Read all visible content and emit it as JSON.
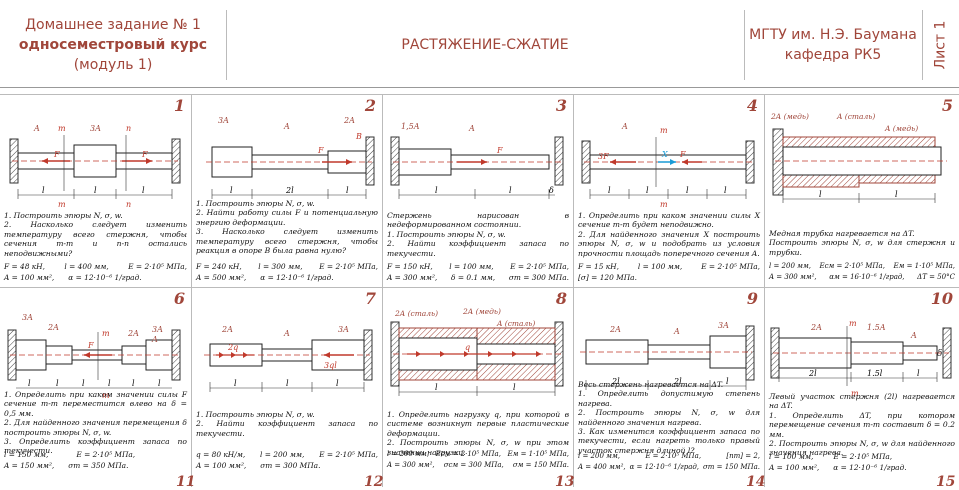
{
  "header": {
    "left_line1": "Домашнее задание № 1",
    "left_line2": "односеместровый курс",
    "left_line3": "(модуль 1)",
    "center": "РАСТЯЖЕНИЕ-СЖАТИЕ",
    "right_line1": "МГТУ им. Н.Э. Баумана",
    "right_line2": "кафедра РК5",
    "sheet": "Лист 1"
  },
  "colors": {
    "accent": "#a0463a",
    "highlight": "#c0392b",
    "blue": "#1a9bd6"
  },
  "problems": [
    {
      "num": "1",
      "labels": [
        "A",
        "m",
        "3A",
        "n",
        "F",
        "F",
        "m",
        "n",
        "l",
        "l",
        "l"
      ],
      "text": [
        "1. Построить эпюры N, σ, w.",
        "2. Насколько следует изменить температуру всего стержня, чтобы сечения m-m и n-n остались неподвижными?"
      ],
      "data": [
        [
          "F = 48 кН,",
          "l = 400 мм,",
          "E = 2·10⁵ МПа,"
        ],
        [
          "A = 100 мм²,",
          "α = 12·10⁻⁶ 1/град."
        ]
      ]
    },
    {
      "num": "2",
      "labels": [
        "3A",
        "A",
        "2A",
        "F",
        "B",
        "l",
        "2l",
        "l"
      ],
      "text": [
        "1. Построить эпюры N, σ, w.",
        "2. Найти работу силы F и потенциальную энергию деформации.",
        "3. Насколько следует изменить температуру всего стержня, чтобы реакция в опоре B была равна нулю?"
      ],
      "data": [
        [
          "F = 240 кН,",
          "l = 300 мм,",
          "E = 2·10⁵ МПа,"
        ],
        [
          "A = 500 мм²,",
          "α = 12·10⁻⁶ 1/град."
        ]
      ]
    },
    {
      "num": "3",
      "labels": [
        "1,5A",
        "A",
        "F",
        "l",
        "l",
        "δ"
      ],
      "text": [
        "Стержень нарисован в недеформированном состоянии.",
        "1. Построить эпюры N, σ, w.",
        "2. Найти коэффициент запаса по текучести."
      ],
      "data": [
        [
          "F = 150 кН,",
          "l = 100 мм,",
          "E = 2·10⁵ МПа,"
        ],
        [
          "A = 300 мм²,",
          "δ = 0.1 мм,",
          "σт = 300 МПа."
        ]
      ]
    },
    {
      "num": "4",
      "labels": [
        "A",
        "m",
        "3F",
        "X",
        "F",
        "m",
        "l",
        "l",
        "l",
        "l"
      ],
      "text": [
        "1. Определить при каком значении силы X сечение m-m будет неподвижно.",
        "2. Для найденного значения X построить эпюры N, σ, w и подобрать из условия прочности площадь поперечного сечения A."
      ],
      "data": [
        [
          "F = 15 кН,",
          "l = 100 мм,",
          "E = 2·10⁵ МПа,"
        ],
        [
          "[σ] = 120 МПа."
        ]
      ]
    },
    {
      "num": "5",
      "labels": [
        "2A (медь)",
        "A (сталь)",
        "A (медь)",
        "l",
        "l"
      ],
      "text": [
        "Медная трубка нагревается на ΔT.",
        "Построить эпюры N, σ, w для стержня и трубки."
      ],
      "data": [
        [
          "l = 200 мм,",
          "Eсм = 2·10⁵ МПа,",
          "Eм = 1·10⁵ МПа,"
        ],
        [
          "A = 300 мм²,",
          "αм = 16·10⁻⁶ 1/град,",
          "ΔT = 50°C"
        ]
      ]
    },
    {
      "num": "6",
      "labels": [
        "3A",
        "2A",
        "F",
        "m",
        "2A",
        "3A",
        "A",
        "m",
        "l",
        "l",
        "l",
        "l",
        "l",
        "l"
      ],
      "text": [
        "1. Определить при каком значении силы F сечение m-m переместится влево на δ = 0,5 мм.",
        "2. Для найденного значения перемещения δ построить эпюры N, σ, w.",
        "3. Определить коэффициент запаса по текучести."
      ],
      "data": [
        [
          "l = 150 мм,",
          "E = 2·10⁵ МПа,"
        ],
        [
          "A = 150 мм²,",
          "σт = 350 МПа."
        ]
      ]
    },
    {
      "num": "7",
      "labels": [
        "2A",
        "A",
        "3A",
        "2q",
        "3ql",
        "l",
        "l",
        "l"
      ],
      "text": [
        "1. Построить эпюры N, σ, w.",
        "2. Найти коэффициент запаса по текучести."
      ],
      "data": [
        [
          "q = 80 кН/м,",
          "l = 200 мм,",
          "E = 2·10⁵ МПа,"
        ],
        [
          "A = 100 мм²,",
          "σт = 300 МПа."
        ]
      ]
    },
    {
      "num": "8",
      "labels": [
        "2A (сталь)",
        "2A (медь)",
        "A (сталь)",
        "q",
        "l",
        "l"
      ],
      "text": [
        "1. Определить нагрузку q, при которой в системе возникнут первые пластические деформации.",
        "2. Построить эпюры N, σ, w при этом значении нагрузки."
      ],
      "data": [
        [
          "l = 200 мм,",
          "Eсм = 2·10⁵ МПа,",
          "Eм = 1·10⁵ МПа,"
        ],
        [
          "A = 300 мм²,",
          "σсм = 300 МПа,",
          "σм = 150 МПа."
        ]
      ]
    },
    {
      "num": "9",
      "labels": [
        "2A",
        "A",
        "3A",
        "2l",
        "2l",
        "l"
      ],
      "text": [
        "Весь стержень нагревается на ΔT.",
        "1. Определить допустимую степень нагрева.",
        "2. Построить эпюры N, σ, w для найденного значения нагрева.",
        "3. Как изменится коэффициент запаса по текучести, если нагреть только правый участок стержня длиной l?"
      ],
      "data": [
        [
          "l = 200 мм,",
          "E = 2·10⁵ МПа,",
          "[nт] = 2,"
        ],
        [
          "A = 400 мм²,",
          "α = 12·10⁻⁶ 1/град,",
          "σт = 150 МПа."
        ]
      ]
    },
    {
      "num": "10",
      "labels": [
        "2A",
        "m",
        "1.5A",
        "A",
        "2l",
        "1.5l",
        "l",
        "m"
      ],
      "text": [
        "Левый участок стержня (2l) нагревается на ΔT.",
        "1. Определить ΔT, при котором перемещение сечения m-m составит δ = 0.2 мм.",
        "2. Построить эпюры N, σ, w для найденного значения нагрева."
      ],
      "data": [
        [
          "l = 100 мм,",
          "E = 2·10⁵ МПа,"
        ],
        [
          "A = 100 мм²,",
          "α = 12·10⁻⁶ 1/град."
        ]
      ]
    }
  ],
  "footer_numbers": [
    "11",
    "12",
    "13",
    "14",
    "15"
  ]
}
